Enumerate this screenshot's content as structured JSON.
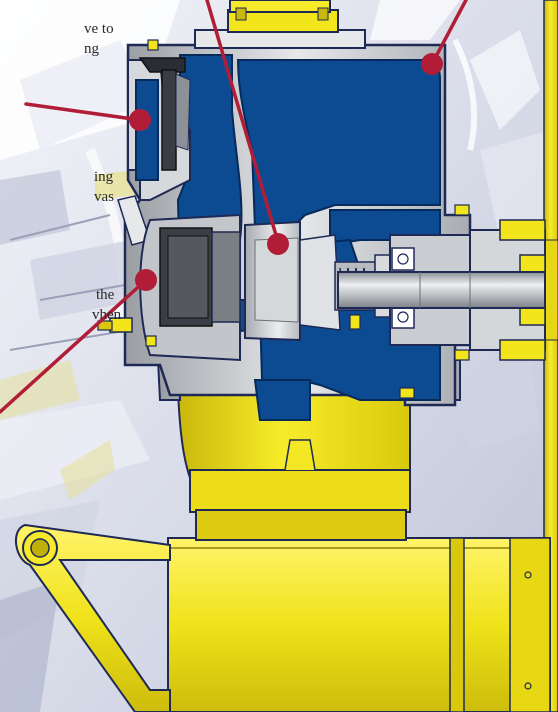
{
  "text_fragments": [
    {
      "id": "frag-1",
      "text": "ve to"
    },
    {
      "id": "frag-2",
      "text": "ng"
    },
    {
      "id": "frag-3",
      "text": "ing"
    },
    {
      "id": "frag-4",
      "text": "vas"
    },
    {
      "id": "frag-5",
      "text": "the"
    },
    {
      "id": "frag-6",
      "text": "vhen"
    }
  ],
  "colors": {
    "pump_blue": "#0c4a92",
    "casing_gray": "#c6c9cc",
    "frame_yellow": "#f2e51b",
    "leader_red": "#b11d36",
    "background_sketch": "#d8dbe8"
  }
}
